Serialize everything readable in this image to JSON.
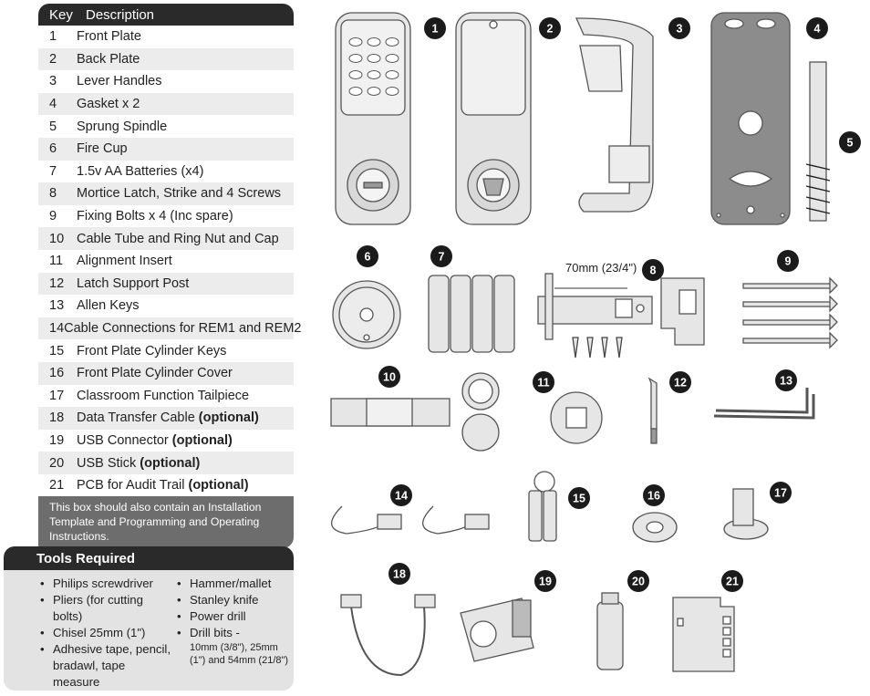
{
  "key_table": {
    "header": {
      "key": "Key",
      "description": "Description"
    },
    "rows": [
      {
        "num": "1",
        "desc": "Front Plate",
        "bold": ""
      },
      {
        "num": "2",
        "desc": "Back Plate",
        "bold": ""
      },
      {
        "num": "3",
        "desc": "Lever Handles",
        "bold": ""
      },
      {
        "num": "4",
        "desc": "Gasket x 2",
        "bold": ""
      },
      {
        "num": "5",
        "desc": "Sprung Spindle",
        "bold": ""
      },
      {
        "num": "6",
        "desc": "Fire Cup",
        "bold": ""
      },
      {
        "num": "7",
        "desc": "1.5v AA Batteries (x4)",
        "bold": ""
      },
      {
        "num": "8",
        "desc": "Mortice Latch, Strike and 4 Screws",
        "bold": ""
      },
      {
        "num": "9",
        "desc": "Fixing Bolts x 4 (Inc spare)",
        "bold": ""
      },
      {
        "num": "10",
        "desc": "Cable Tube and Ring Nut and Cap",
        "bold": ""
      },
      {
        "num": "11",
        "desc": "Alignment Insert",
        "bold": ""
      },
      {
        "num": "12",
        "desc": "Latch Support Post",
        "bold": ""
      },
      {
        "num": "13",
        "desc": "Allen Keys",
        "bold": ""
      },
      {
        "num": "14",
        "desc": "Cable Connections for REM1 and REM2",
        "bold": ""
      },
      {
        "num": "15",
        "desc": "Front Plate Cylinder Keys",
        "bold": ""
      },
      {
        "num": "16",
        "desc": "Front Plate Cylinder Cover",
        "bold": ""
      },
      {
        "num": "17",
        "desc": "Classroom Function Tailpiece",
        "bold": ""
      },
      {
        "num": "18",
        "desc": "Data Transfer Cable ",
        "bold": "(optional)"
      },
      {
        "num": "19",
        "desc": "USB Connector ",
        "bold": "(optional)"
      },
      {
        "num": "20",
        "desc": "USB Stick ",
        "bold": "(optional)"
      },
      {
        "num": "21",
        "desc": "PCB for Audit Trail ",
        "bold": "(optional)"
      }
    ],
    "note": "This box should also contain an Installation Template and Programming and Operating Instructions."
  },
  "tools": {
    "title": "Tools Required",
    "col1": [
      "Philips screwdriver",
      "Pliers (for cutting bolts)",
      "Chisel 25mm (1\")",
      "Adhesive tape, pencil, bradawl, tape measure"
    ],
    "col2": [
      "Hammer/mallet",
      "Stanley knife",
      "Power drill",
      "Drill bits -"
    ],
    "drill_sizes": "10mm (3/8\"), 25mm (1\") and 54mm (21/8\")"
  },
  "parts": {
    "badges": [
      "1",
      "2",
      "3",
      "4",
      "5",
      "6",
      "7",
      "8",
      "9",
      "10",
      "11",
      "12",
      "13",
      "14",
      "15",
      "16",
      "17",
      "18",
      "19",
      "20",
      "21"
    ],
    "latch_dimension": "70mm (23/4\")",
    "colors": {
      "badge": "#1b1b1b",
      "part_fill": "#e6e6e6",
      "gasket": "#8c8c8c",
      "header": "#2a2a2a"
    }
  }
}
